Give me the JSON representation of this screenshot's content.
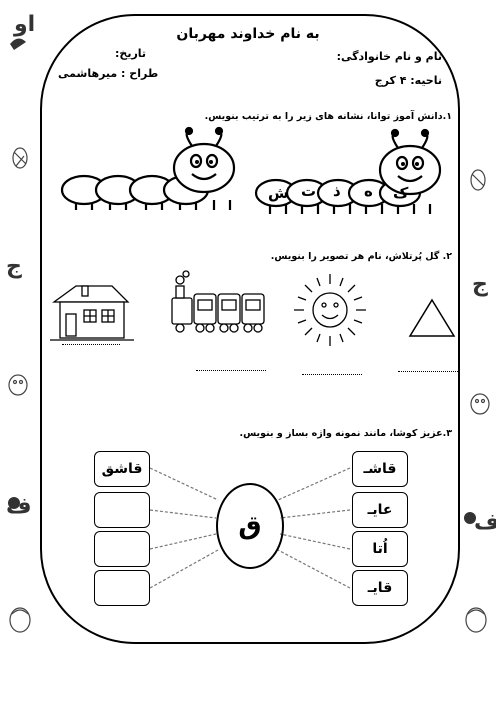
{
  "header": {
    "title": "به نام خداوند مهربان",
    "name_label": "نام و نام خانوادگی:",
    "region_label": "ناحیه: ۴ کرج",
    "date_label": "تاریخ:",
    "designer_label": "طراح : میرهاشمی"
  },
  "section1": {
    "instruction": "۱.دانش آموز توانا، نشانه های زیر را به ترتیب بنویس.",
    "caterpillar_letters": [
      "ک",
      "ه",
      "ذ",
      "ت",
      "ش"
    ]
  },
  "section2": {
    "instruction": "۲. گل پُرتلاش، نام هر تصویر را بنویس.",
    "pictures": [
      "house-icon",
      "train-icon",
      "sun-icon",
      "triangle-icon"
    ]
  },
  "section3": {
    "instruction": "۳.عزیز کوشا، مانند نمونه واژه بساز و بنویس.",
    "center_letter": "ق",
    "right_words": [
      "قاشـ",
      "عایـ",
      "اُتا",
      "قایـ"
    ],
    "left_words": [
      "قاشق",
      "",
      "",
      ""
    ]
  },
  "margin_letters": [
    "او",
    "ج",
    "ف",
    "ف"
  ]
}
